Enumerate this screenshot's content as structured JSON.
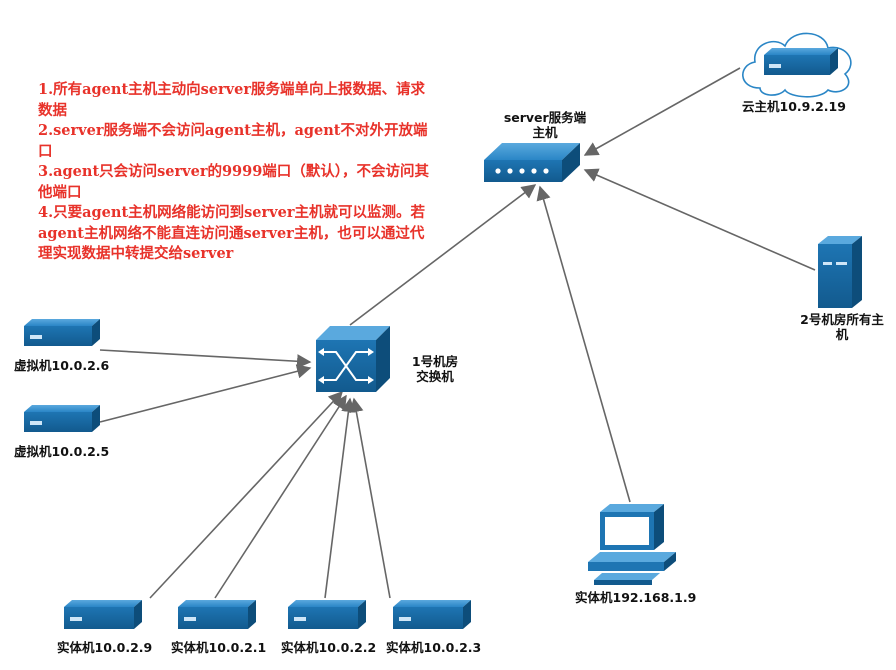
{
  "notes": [
    "1.所有agent主机主动向server服务端单向上报数据、请求数据",
    "2.server服务端不会访问agent主机，agent不对外开放端口",
    "3.agent只会访问server的9999端口（默认），不会访问其他端口",
    "4.只要agent主机网络能访问到server主机就可以监测。若agent主机网络不能直连访问通server主机，也可以通过代理实现数据中转提交给server"
  ],
  "nodes": {
    "server": {
      "label_line1": "server服务端",
      "label_line2": "主机"
    },
    "cloud_host": {
      "label": "云主机10.9.2.19"
    },
    "room2": {
      "label_line1": "2号机房所有主",
      "label_line2": "机"
    },
    "switch1": {
      "label_line1": "1号机房",
      "label_line2": "交换机"
    },
    "vm_6": {
      "label": "虚拟机10.0.2.6"
    },
    "vm_5": {
      "label": "虚拟机10.0.2.5"
    },
    "pc": {
      "label": "实体机192.168.1.9"
    },
    "phys_9": {
      "label": "实体机10.0.2.9"
    },
    "phys_1": {
      "label": "实体机10.0.2.1"
    },
    "phys_2": {
      "label": "实体机10.0.2.2"
    },
    "phys_3": {
      "label": "实体机10.0.2.3"
    }
  },
  "colors": {
    "device_blue": "#1f78b4",
    "device_dark": "#0d4d7a",
    "note_red": "#e8322a",
    "line_gray": "#666666"
  }
}
